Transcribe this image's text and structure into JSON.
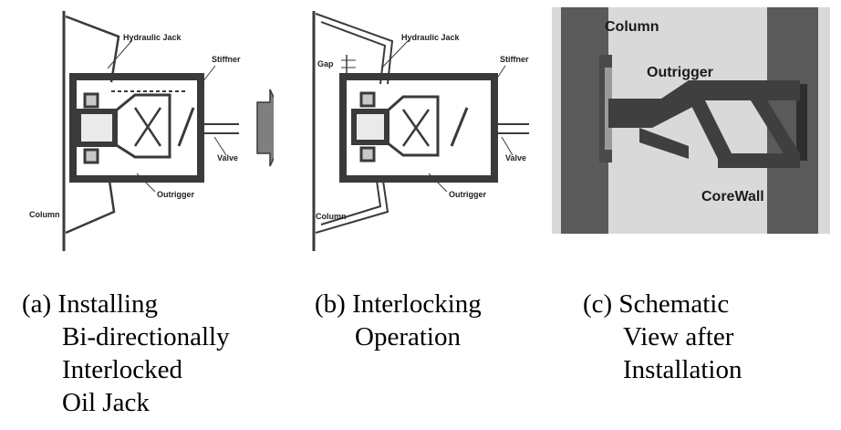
{
  "panels": {
    "a": {
      "labels": {
        "jack": "Hydraulic Jack",
        "stiffner": "Stiffner",
        "valve": "Valve",
        "outrigger": "Outrigger",
        "column": "Column"
      },
      "caption": [
        "(a) Installing",
        "Bi-directionally",
        "Interlocked",
        "Oil Jack"
      ]
    },
    "b": {
      "labels": {
        "jack": "Hydraulic Jack",
        "gap": "Gap",
        "stiffner": "Stiffner",
        "valve": "Valve",
        "outrigger": "Outrigger",
        "column": "Column"
      },
      "caption": [
        "(b) Interlocking",
        "Operation"
      ]
    },
    "c": {
      "labels": {
        "column": "Column",
        "outrigger": "Outrigger",
        "corewall": "CoreWall"
      },
      "caption": [
        "(c) Schematic",
        "View after",
        "Installation"
      ]
    }
  },
  "colors": {
    "structure": "#3a3a3a",
    "photo_bg": "#d9d9d9",
    "photo_wall": "#5a5a5a",
    "arrow": "#7f7f7f"
  }
}
